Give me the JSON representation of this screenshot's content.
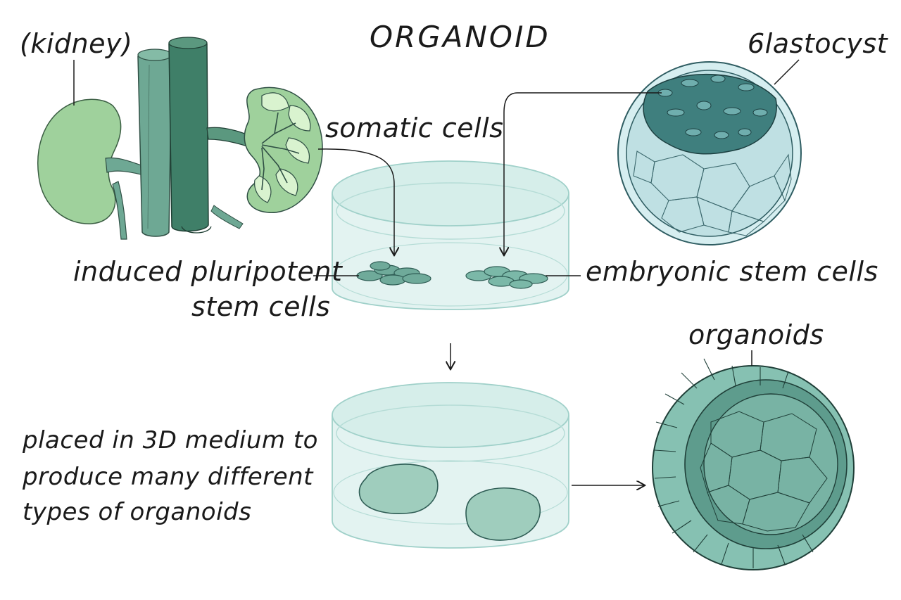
{
  "title": "ORGANOID",
  "labels": {
    "kidney": "(kidney)",
    "blastocyst": "6lastocyst",
    "somatic_cells": "somatic cells",
    "ipsc_line1": "induced pluripotent",
    "ipsc_line2": "stem cells",
    "esc": "embryonic stem cells",
    "organoids": "organoids",
    "medium_line1": "placed in 3D medium to",
    "medium_line2": "produce many different",
    "medium_line3": "types of organoids"
  },
  "colors": {
    "ink": "#1a1a1a",
    "kidney": "#9fd19c",
    "vessel_light": "#6ea894",
    "vessel_dark": "#3f7f68",
    "dish": "#d6eeea",
    "cell_dark": "#3f7f7e",
    "cell_light": "#bfe0e3",
    "organoid": "#86c1b2",
    "organoid_inner": "#5e9c8d"
  }
}
